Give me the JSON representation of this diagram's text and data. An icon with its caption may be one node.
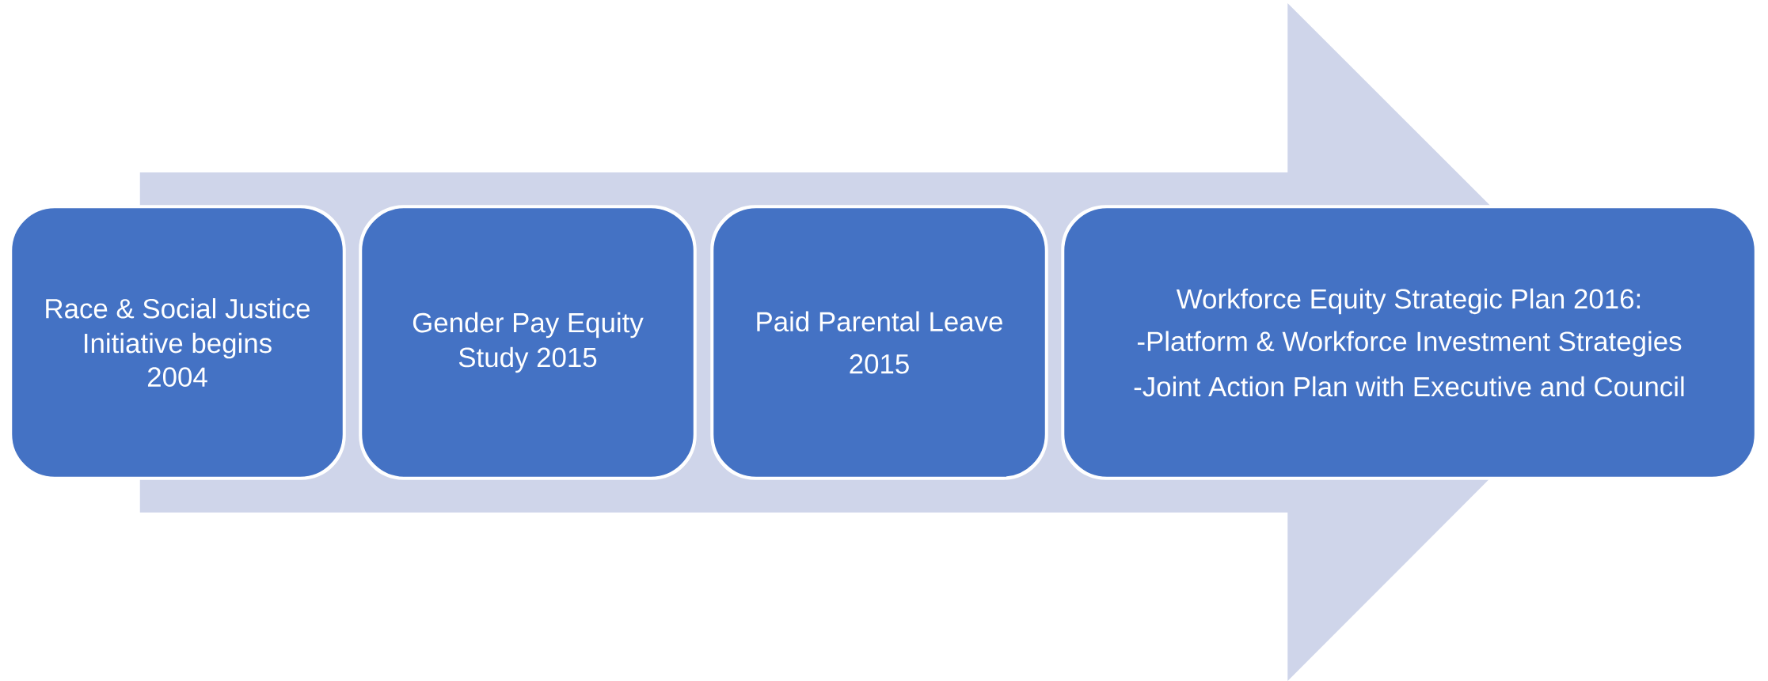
{
  "diagram": {
    "nodes": [
      {
        "text": [
          "Race & Social Justice Initiative begins",
          "2004"
        ]
      },
      {
        "text": [
          "Gender Pay Equity Study 2015"
        ]
      },
      {
        "text": [
          "Paid Parental Leave",
          "2015"
        ]
      },
      {
        "text": [
          "Workforce Equity Strategic Plan 2016:",
          "-Platform & Workforce Investment Strategies",
          "-Joint Action Plan with Executive and Council"
        ]
      }
    ],
    "edges": [
      {
        "from": 0,
        "to": 3,
        "arrow": "to",
        "style": "thick"
      }
    ]
  }
}
